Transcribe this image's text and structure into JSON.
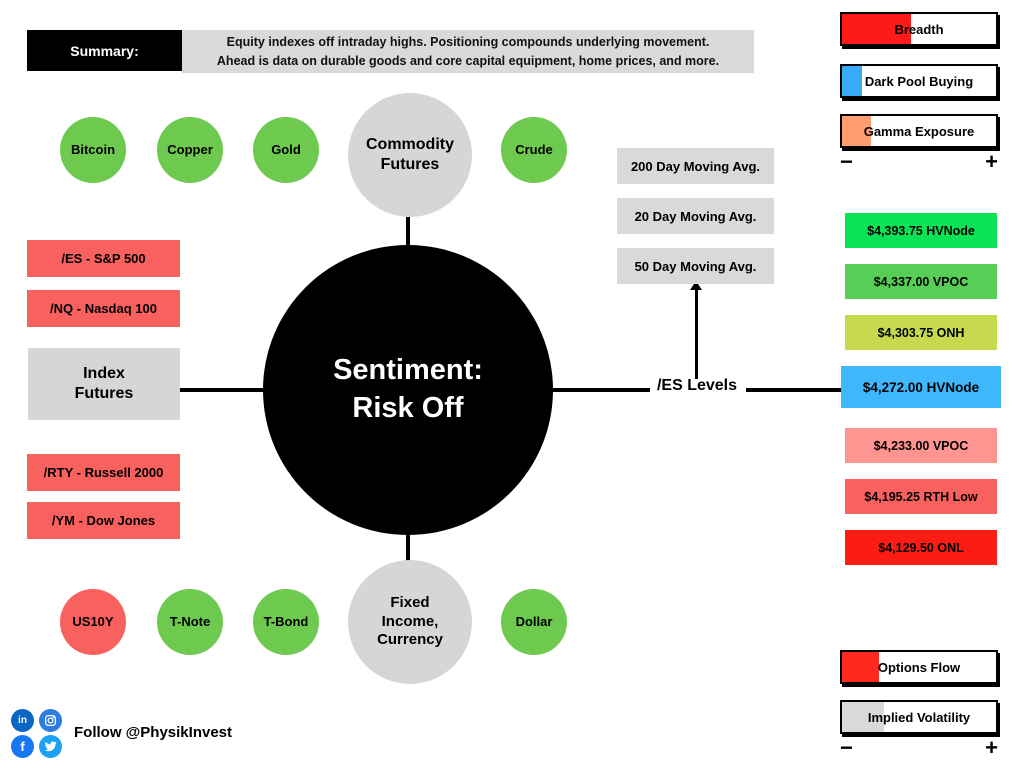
{
  "summary": {
    "label": "Summary:",
    "text": "Equity indexes off intraday highs. Positioning compounds underlying movement.\nAhead is data on durable goods and core capital equipment, home prices, and more."
  },
  "center": {
    "title": "Sentiment:\nRisk Off"
  },
  "commodity": {
    "hub_label": "Commodity\nFutures",
    "items": [
      {
        "label": "Bitcoin",
        "color": "#6ec94f"
      },
      {
        "label": "Copper",
        "color": "#6ec94f"
      },
      {
        "label": "Gold",
        "color": "#6ec94f"
      },
      {
        "label": "Crude",
        "color": "#6ec94f"
      }
    ]
  },
  "index_futures": {
    "hub_label": "Index\nFutures",
    "items": [
      {
        "label": "/ES - S&P 500",
        "color": "#f9615e"
      },
      {
        "label": "/NQ - Nasdaq 100",
        "color": "#f9615e"
      },
      {
        "label": "/RTY - Russell 2000",
        "color": "#f9615e"
      },
      {
        "label": "/YM - Dow Jones",
        "color": "#f9615e"
      }
    ]
  },
  "fixed_income": {
    "hub_label": "Fixed\nIncome,\nCurrency",
    "items": [
      {
        "label": "US10Y",
        "color": "#f9615e"
      },
      {
        "label": "T-Note",
        "color": "#6ec94f"
      },
      {
        "label": "T-Bond",
        "color": "#6ec94f"
      },
      {
        "label": "Dollar",
        "color": "#6ec94f"
      }
    ]
  },
  "es_levels": {
    "label": "/ES Levels",
    "moving_averages": [
      "200 Day Moving Avg.",
      "20 Day Moving Avg.",
      "50 Day Moving Avg."
    ],
    "levels": [
      {
        "label": "$4,393.75 HVNode",
        "color": "#0ae356"
      },
      {
        "label": "$4,337.00 VPOC",
        "color": "#57cf57"
      },
      {
        "label": "$4,303.75 ONH",
        "color": "#c6d94f"
      },
      {
        "label": "$4,272.00 HVNode",
        "color": "#3eb7fd"
      },
      {
        "label": "$4,233.00 VPOC",
        "color": "#ff9590"
      },
      {
        "label": "$4,195.25 RTH Low",
        "color": "#f9615e"
      },
      {
        "label": "$4,129.50 ONL",
        "color": "#fb1d14"
      }
    ]
  },
  "gauges_top": {
    "items": [
      {
        "label": "Breadth",
        "color": "#ff1a1a",
        "fill": "45%"
      },
      {
        "label": "Dark Pool Buying",
        "color": "#38aaf8",
        "fill": "13%"
      },
      {
        "label": "Gamma Exposure",
        "color": "#ff9d70",
        "fill": "19%"
      }
    ],
    "minus": "−",
    "plus": "+"
  },
  "gauges_bottom": {
    "items": [
      {
        "label": "Options Flow",
        "color": "#ff2a1f",
        "fill": "24%"
      },
      {
        "label": "Implied Volatility",
        "color": "#d9d9d9",
        "fill": "27%"
      }
    ],
    "minus": "−",
    "plus": "+"
  },
  "footer": {
    "follow": "Follow @PhysikInvest",
    "social": [
      {
        "name": "linkedin",
        "glyph": "in",
        "color": "#0a66c2"
      },
      {
        "name": "instagram",
        "glyph": "",
        "color": "#2e7de0"
      },
      {
        "name": "facebook",
        "glyph": "f",
        "color": "#1877f2"
      },
      {
        "name": "twitter",
        "glyph": "",
        "color": "#1da1f2"
      }
    ]
  }
}
